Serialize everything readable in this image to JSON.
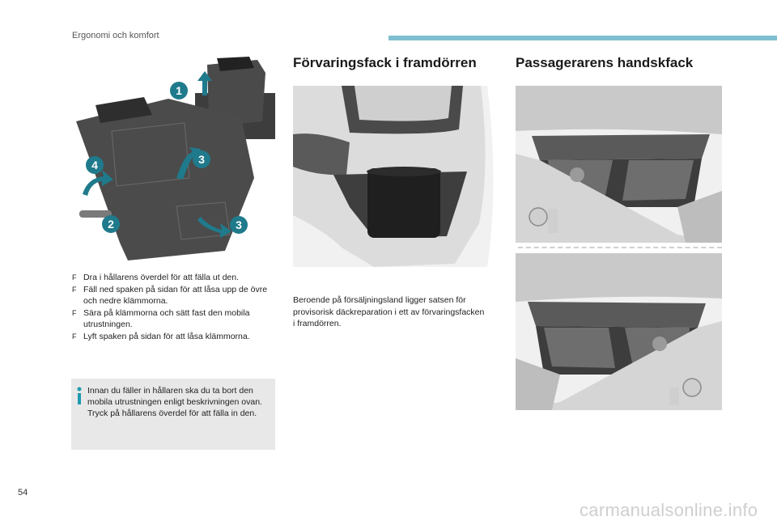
{
  "header": {
    "section": "Ergonomi och komfort",
    "accent_color": "#7fbfcf"
  },
  "page_number": "54",
  "left": {
    "figure_markers": [
      "1",
      "2",
      "3",
      "3",
      "4"
    ],
    "steps": [
      "Dra i hållarens överdel för att fälla ut den.",
      "Fäll ned spaken på sidan för att låsa upp de övre och nedre klämmorna.",
      "Sära på klämmorna och sätt fast den mobila utrustningen.",
      "Lyft spaken på sidan för att låsa klämmorna."
    ],
    "bullet_symbol": "F",
    "note": {
      "icon": "info-icon",
      "text": "Innan du fäller in hållaren ska du ta bort den mobila utrustningen enligt beskrivningen ovan.\nTryck på hållarens överdel för att fälla in den."
    }
  },
  "middle": {
    "title": "Förvaringsfack i framdörren",
    "text": "Beroende på försäljningsland ligger satsen för provisorisk däckreparation i ett av förvaringsfacken i framdörren."
  },
  "right": {
    "title": "Passagerarens handskfack"
  },
  "footer": {
    "watermark": "carmanualsonline.info"
  }
}
